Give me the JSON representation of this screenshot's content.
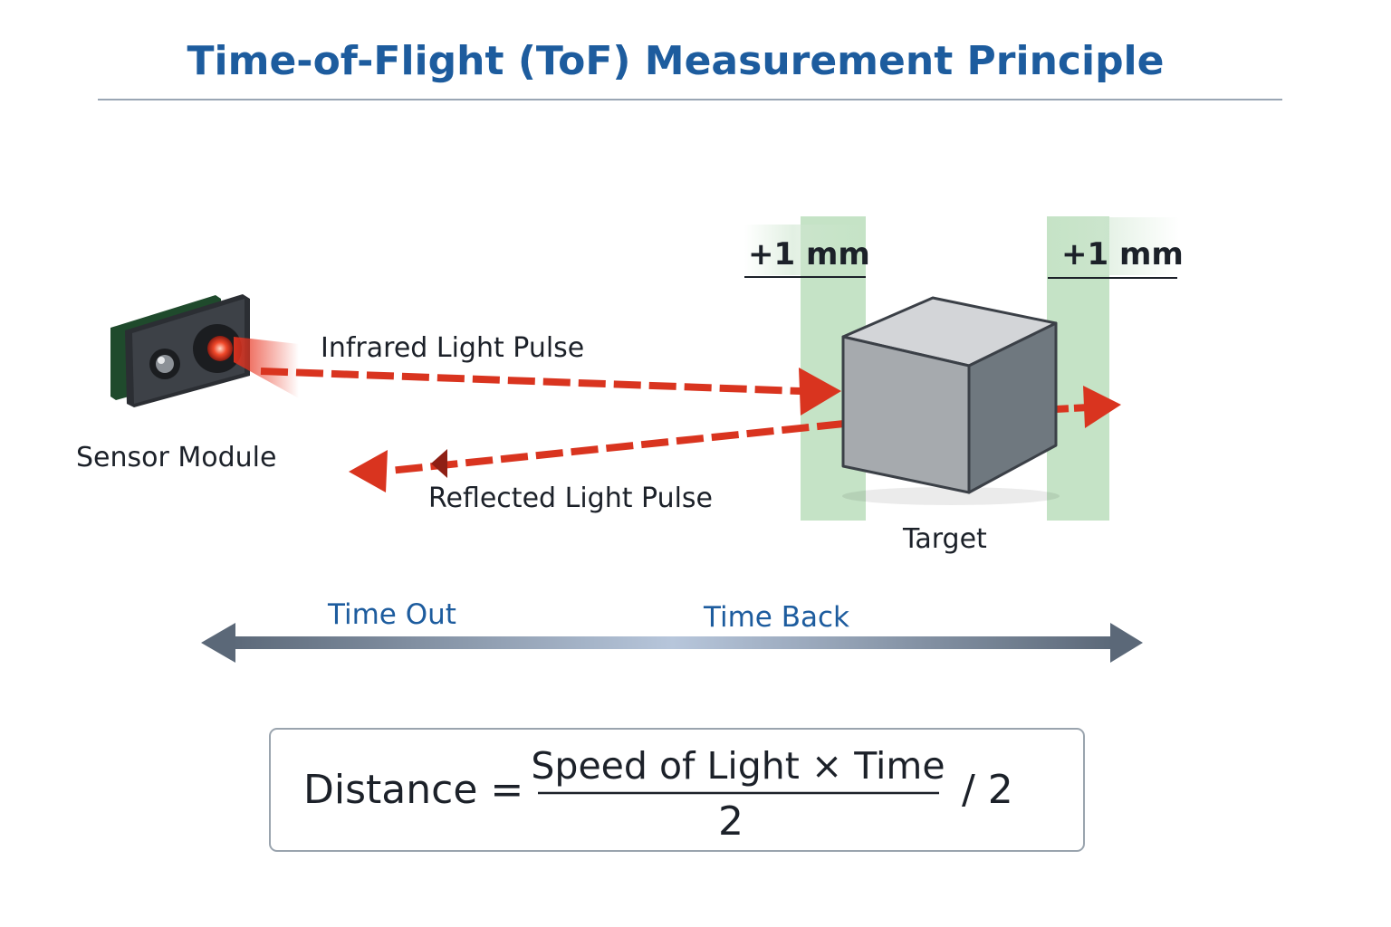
{
  "title": "Time-of-Flight (ToF) Measurement Principle",
  "labels": {
    "sensor": "Sensor Module",
    "infrared": "Infrared Light Pulse",
    "reflected": "Reflected Light Pulse",
    "target": "Target",
    "tolerance_left": "+1 mm",
    "tolerance_right": "+1 mm",
    "time_out": "Time Out",
    "time_back": "Time Back"
  },
  "formula": {
    "lhs": "Distance =",
    "numerator": "Speed of Light × Time",
    "denominator": "2",
    "suffix": "/ 2"
  },
  "colors": {
    "title": "#1d5c9e",
    "pulse": "#d9341f",
    "band": "#c5e3c6",
    "cube": "#a6aaae"
  }
}
